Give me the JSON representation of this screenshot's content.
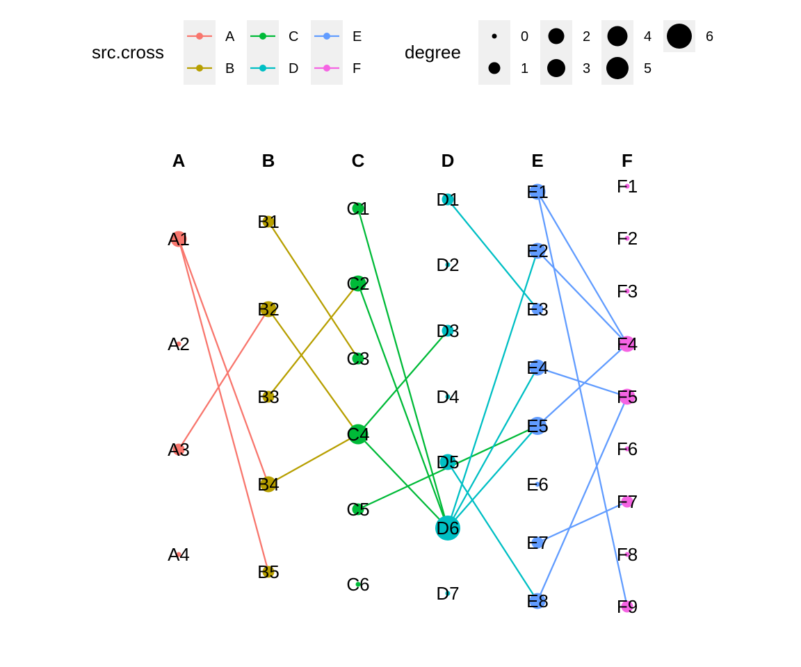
{
  "legend": {
    "color_title": "src.cross",
    "color_keys": [
      {
        "label": "A",
        "color": "#F8766D"
      },
      {
        "label": "B",
        "color": "#B79F00"
      },
      {
        "label": "C",
        "color": "#00BA38"
      },
      {
        "label": "D",
        "color": "#00BFC4"
      },
      {
        "label": "E",
        "color": "#619CFF"
      },
      {
        "label": "F",
        "color": "#F564E3"
      }
    ],
    "size_title": "degree",
    "size_keys": [
      "0",
      "1",
      "2",
      "3",
      "4",
      "5",
      "6"
    ]
  },
  "graph": {
    "columns": [
      {
        "key": "A",
        "label": "A",
        "color": "#F8766D",
        "nodes": [
          {
            "id": "A1",
            "degree": 2
          },
          {
            "id": "A2",
            "degree": 0
          },
          {
            "id": "A3",
            "degree": 1
          },
          {
            "id": "A4",
            "degree": 0
          }
        ]
      },
      {
        "key": "B",
        "label": "B",
        "color": "#B79F00",
        "nodes": [
          {
            "id": "B1",
            "degree": 1
          },
          {
            "id": "B2",
            "degree": 2
          },
          {
            "id": "B3",
            "degree": 1
          },
          {
            "id": "B4",
            "degree": 2
          },
          {
            "id": "B5",
            "degree": 1
          }
        ]
      },
      {
        "key": "C",
        "label": "C",
        "color": "#00BA38",
        "nodes": [
          {
            "id": "C1",
            "degree": 1
          },
          {
            "id": "C2",
            "degree": 2
          },
          {
            "id": "C3",
            "degree": 1
          },
          {
            "id": "C4",
            "degree": 4
          },
          {
            "id": "C5",
            "degree": 1
          },
          {
            "id": "C6",
            "degree": 0
          }
        ]
      },
      {
        "key": "D",
        "label": "D",
        "color": "#00BFC4",
        "nodes": [
          {
            "id": "D1",
            "degree": 1
          },
          {
            "id": "D2",
            "degree": 0
          },
          {
            "id": "D3",
            "degree": 1
          },
          {
            "id": "D4",
            "degree": 0
          },
          {
            "id": "D5",
            "degree": 2
          },
          {
            "id": "D6",
            "degree": 6
          },
          {
            "id": "D7",
            "degree": 0
          }
        ]
      },
      {
        "key": "E",
        "label": "E",
        "color": "#619CFF",
        "nodes": [
          {
            "id": "E1",
            "degree": 2
          },
          {
            "id": "E2",
            "degree": 2
          },
          {
            "id": "E3",
            "degree": 1
          },
          {
            "id": "E4",
            "degree": 2
          },
          {
            "id": "E5",
            "degree": 3
          },
          {
            "id": "E6",
            "degree": 0
          },
          {
            "id": "E7",
            "degree": 1
          },
          {
            "id": "E8",
            "degree": 2
          }
        ]
      },
      {
        "key": "F",
        "label": "F",
        "color": "#F564E3",
        "nodes": [
          {
            "id": "F1",
            "degree": 0
          },
          {
            "id": "F2",
            "degree": 0
          },
          {
            "id": "F3",
            "degree": 0
          },
          {
            "id": "F4",
            "degree": 2
          },
          {
            "id": "F5",
            "degree": 2
          },
          {
            "id": "F6",
            "degree": 0
          },
          {
            "id": "F7",
            "degree": 1
          },
          {
            "id": "F8",
            "degree": 0
          },
          {
            "id": "F9",
            "degree": 1
          }
        ]
      }
    ],
    "edges": [
      {
        "source": "A1",
        "target": "B4"
      },
      {
        "source": "A1",
        "target": "B5"
      },
      {
        "source": "A3",
        "target": "B2"
      },
      {
        "source": "B1",
        "target": "C3"
      },
      {
        "source": "B2",
        "target": "C4"
      },
      {
        "source": "B3",
        "target": "C2"
      },
      {
        "source": "B4",
        "target": "C4"
      },
      {
        "source": "C1",
        "target": "D6"
      },
      {
        "source": "C2",
        "target": "D6"
      },
      {
        "source": "C4",
        "target": "D3"
      },
      {
        "source": "C4",
        "target": "D6"
      },
      {
        "source": "C5",
        "target": "E5"
      },
      {
        "source": "D1",
        "target": "E3"
      },
      {
        "source": "D5",
        "target": "E8"
      },
      {
        "source": "D6",
        "target": "E2"
      },
      {
        "source": "D6",
        "target": "E4"
      },
      {
        "source": "D6",
        "target": "E5"
      },
      {
        "source": "E1",
        "target": "F4"
      },
      {
        "source": "E1",
        "target": "F9"
      },
      {
        "source": "E2",
        "target": "F4"
      },
      {
        "source": "E4",
        "target": "F5"
      },
      {
        "source": "E5",
        "target": "F4"
      },
      {
        "source": "E7",
        "target": "F7"
      },
      {
        "source": "E8",
        "target": "F5"
      }
    ]
  }
}
